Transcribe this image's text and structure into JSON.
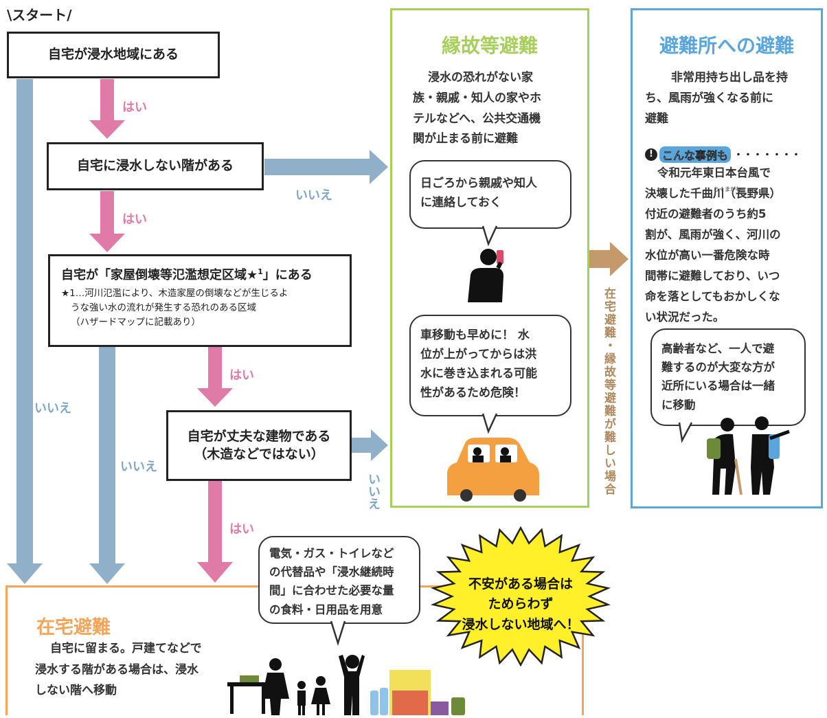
{
  "start_label": "\\スタート/",
  "q1": "自宅が浸水地域にある",
  "q2": "自宅に浸水しない階がある",
  "q3_main": "自宅が「家屋倒壊等氾濫想定区域★",
  "q3_sup": "1",
  "q3_end": "」にある",
  "q3_note_1": "★1…河川氾濫により、木造家屋の倒壊などが生じるよ",
  "q3_note_2": "うな強い水の流れが発生する恐れのある区域",
  "q3_note_3": "（ハザードマップに記載あり）",
  "q4_line1": "自宅が丈夫な建物である",
  "q4_line2": "（木造などではない）",
  "yes": "はい",
  "no": "いいえ",
  "relatives": {
    "title": "縁故等避難",
    "text": [
      "浸水の恐れがない家",
      "族・親戚・知人の家やホ",
      "テルなどへ、公共交通機",
      "関が止まる前に避難"
    ],
    "bubble1": [
      "日ごろから親戚や知人",
      "に連絡しておく"
    ],
    "bubble2": [
      "車移動も早めに！ 水",
      "位が上がってからは洪",
      "水に巻き込まれる可能",
      "性があるため危険！"
    ]
  },
  "vertical_note": "在宅避難・縁故等避難が難しい場合",
  "shelter": {
    "title": "避難所への避難",
    "text": [
      "非常用持ち出し品を持",
      "ち、風雨が強くなる前に",
      "避難"
    ],
    "case_title": "こんな事例も",
    "case_dots": "・・・・・・・",
    "case_text": [
      "令和元年東日本台風で",
      "決壊した千曲川（長野県）",
      "付近の避難者のうち約5",
      "割が、風雨が強く、河川の",
      "水位が高い一番危険な時",
      "間帯に避難しており、いつ",
      "命を落としてもおかしくな",
      "い状況だった。"
    ],
    "ruby": "ちくまがわ",
    "bubble": [
      "高齢者など、一人で避",
      "難するのが大変な方が",
      "近所にいる場合は一緒",
      "に移動"
    ]
  },
  "home": {
    "title": "在宅避難",
    "text": [
      "自宅に留まる。戸建てなどで",
      "浸水する階がある場合は、浸水",
      "しない階へ移動"
    ],
    "bubble": [
      "電気・ガス・トイレなど",
      "の代替品や「浸水継続時",
      "間」に合わせた必要な量",
      "の食料・日用品を用意"
    ]
  },
  "burst": [
    "不安がある場合は",
    "ためらわず",
    "浸水しない地域へ！"
  ],
  "colors": {
    "yes_arrow": "#e07aa6",
    "no_arrow": "#8fb0c8",
    "green": "#a6d05a",
    "blue": "#5aa6dc",
    "orange": "#f4a55a",
    "brown": "#c49a6c",
    "burst": "#fff02a"
  }
}
